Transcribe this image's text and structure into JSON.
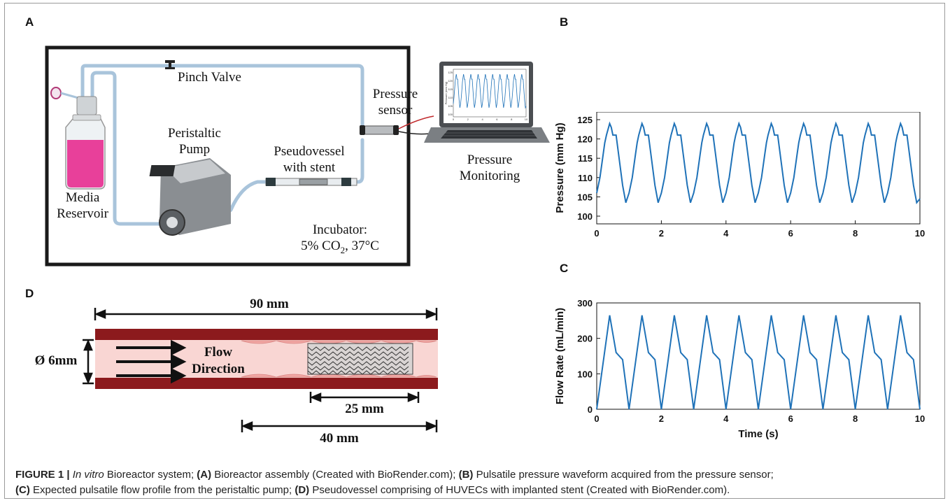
{
  "panels": {
    "a": "A",
    "b": "B",
    "c": "C",
    "d": "D"
  },
  "panel_a": {
    "pinch_valve": "Pinch Valve",
    "pump_line1": "Peristaltic",
    "pump_line2": "Pump",
    "reservoir_line1": "Media",
    "reservoir_line2": "Reservoir",
    "pseudovessel_line1": "Pseudovessel",
    "pseudovessel_line2": "with stent",
    "sensor_line1": "Pressure",
    "sensor_line2": "sensor",
    "monitor_line1": "Pressure",
    "monitor_line2": "Monitoring",
    "incubator_line1": "Incubator:",
    "incubator_line2_pre": "5% CO",
    "incubator_line2_sub": "2",
    "incubator_line2_post": ", 37°C",
    "laptop_ylabel": "Pressure (mm Hg)",
    "laptop_yticks": [
      "125",
      "120",
      "115",
      "110",
      "105",
      "100"
    ],
    "laptop_xticks": [
      "0",
      "2",
      "4",
      "6",
      "8",
      "10"
    ],
    "colors": {
      "media": "#e8409a",
      "tube": "#a9c4db",
      "incubator_border": "#1a1a1a"
    }
  },
  "panel_d": {
    "length_total": "90 mm",
    "diameter": "Ø 6mm",
    "flow_line1": "Flow",
    "flow_line2": "Direction",
    "stent_length": "25 mm",
    "segment_length": "40 mm",
    "colors": {
      "vessel_wall": "#8c1a1d",
      "lumen": "#f9d6d3",
      "cells": "#f1a6a3"
    }
  },
  "chart_data": [
    {
      "type": "line",
      "title": "",
      "xlabel": "",
      "ylabel": "Pressure (mm Hg)",
      "xlim": [
        0,
        10
      ],
      "ylim": [
        98,
        127
      ],
      "xticks": [
        0,
        2,
        4,
        6,
        8,
        10
      ],
      "yticks": [
        100,
        105,
        110,
        115,
        120,
        125
      ],
      "color": "#1f72b8",
      "period": 1,
      "cycle_template": {
        "t": [
          0,
          0.1,
          0.2,
          0.25,
          0.3,
          0.4,
          0.45,
          0.5,
          0.6,
          0.8,
          0.9,
          1.0
        ],
        "p": [
          106,
          110,
          116,
          119,
          121,
          124,
          123,
          121,
          121,
          108,
          103.5,
          104.5
        ]
      },
      "x_start": 0,
      "x_end": 10
    },
    {
      "type": "line",
      "title": "",
      "xlabel": "Time (s)",
      "ylabel": "Flow Rate (mL/min)",
      "xlim": [
        0,
        10
      ],
      "ylim": [
        0,
        300
      ],
      "xticks": [
        0,
        2,
        4,
        6,
        8,
        10
      ],
      "yticks": [
        0,
        100,
        200,
        300
      ],
      "color": "#1f72b8",
      "period": 1,
      "cycle_template": {
        "t": [
          0,
          0.4,
          0.6,
          0.8,
          1.0
        ],
        "p": [
          0,
          265,
          160,
          140,
          0
        ]
      },
      "x_start": 0,
      "x_end": 10
    }
  ],
  "caption": {
    "fig": "FIGURE 1 |",
    "invitro": "In vitro",
    "s1": " Bioreactor system; ",
    "a": "(A)",
    "s2": " Bioreactor assembly (Created with BioRender.com); ",
    "b": "(B)",
    "s3": " Pulsatile pressure waveform acquired from the pressure sensor;",
    "c": "(C)",
    "s4": " Expected pulsatile flow profile from the peristaltic pump; ",
    "d": "(D)",
    "s5": " Pseudovessel comprising of HUVECs with implanted stent (Created with BioRender.com)."
  }
}
